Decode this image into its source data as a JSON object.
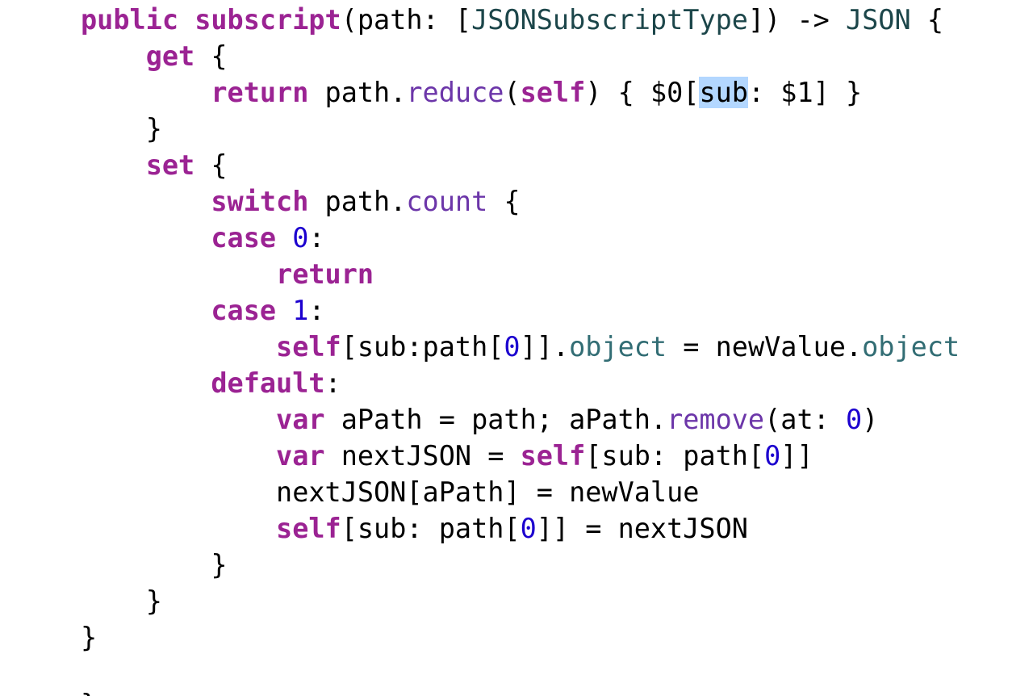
{
  "editor": {
    "colors": {
      "keyword": "#9b2393",
      "plain": "#000000",
      "type": "#1c464a",
      "member": "#6c36a9",
      "property": "#326d74",
      "number": "#1c00cf",
      "selection": "#b3d7ff",
      "background": "#ffffff"
    },
    "lines": [
      {
        "indent": 0,
        "tokens": [
          {
            "t": "public",
            "k": "kw"
          },
          {
            "t": " "
          },
          {
            "t": "subscript",
            "k": "kw"
          },
          {
            "t": "(path: ["
          },
          {
            "t": "JSONSubscriptType",
            "k": "type"
          },
          {
            "t": "]) -> "
          },
          {
            "t": "JSON",
            "k": "type"
          },
          {
            "t": " {"
          }
        ]
      },
      {
        "indent": 1,
        "tokens": [
          {
            "t": "get",
            "k": "kw"
          },
          {
            "t": " {"
          }
        ]
      },
      {
        "indent": 2,
        "tokens": [
          {
            "t": "return",
            "k": "kw"
          },
          {
            "t": " path."
          },
          {
            "t": "reduce",
            "k": "mem"
          },
          {
            "t": "("
          },
          {
            "t": "self",
            "k": "kw"
          },
          {
            "t": ") { $0["
          },
          {
            "t": "sub",
            "k": "sel"
          },
          {
            "t": ": $1] }"
          }
        ]
      },
      {
        "indent": 1,
        "tokens": [
          {
            "t": "}"
          }
        ]
      },
      {
        "indent": 1,
        "tokens": [
          {
            "t": "set",
            "k": "kw"
          },
          {
            "t": " {"
          }
        ]
      },
      {
        "indent": 2,
        "tokens": [
          {
            "t": "switch",
            "k": "kw"
          },
          {
            "t": " path."
          },
          {
            "t": "count",
            "k": "mem"
          },
          {
            "t": " {"
          }
        ]
      },
      {
        "indent": 2,
        "tokens": [
          {
            "t": "case",
            "k": "kw"
          },
          {
            "t": " "
          },
          {
            "t": "0",
            "k": "num"
          },
          {
            "t": ":"
          }
        ]
      },
      {
        "indent": 3,
        "tokens": [
          {
            "t": "return",
            "k": "kw"
          }
        ]
      },
      {
        "indent": 2,
        "tokens": [
          {
            "t": "case",
            "k": "kw"
          },
          {
            "t": " "
          },
          {
            "t": "1",
            "k": "num"
          },
          {
            "t": ":"
          }
        ]
      },
      {
        "indent": 3,
        "tokens": [
          {
            "t": "self",
            "k": "kw"
          },
          {
            "t": "[sub:path["
          },
          {
            "t": "0",
            "k": "num"
          },
          {
            "t": "]]."
          },
          {
            "t": "object",
            "k": "prop"
          },
          {
            "t": " = newValue."
          },
          {
            "t": "object",
            "k": "prop"
          }
        ]
      },
      {
        "indent": 2,
        "tokens": [
          {
            "t": "default",
            "k": "kw"
          },
          {
            "t": ":"
          }
        ]
      },
      {
        "indent": 3,
        "tokens": [
          {
            "t": "var",
            "k": "kw"
          },
          {
            "t": " aPath = path; aPath."
          },
          {
            "t": "remove",
            "k": "mem"
          },
          {
            "t": "(at: "
          },
          {
            "t": "0",
            "k": "num"
          },
          {
            "t": ")"
          }
        ]
      },
      {
        "indent": 3,
        "tokens": [
          {
            "t": "var",
            "k": "kw"
          },
          {
            "t": " nextJSON = "
          },
          {
            "t": "self",
            "k": "kw"
          },
          {
            "t": "[sub: path["
          },
          {
            "t": "0",
            "k": "num"
          },
          {
            "t": "]]"
          }
        ]
      },
      {
        "indent": 3,
        "tokens": [
          {
            "t": "nextJSON[aPath] = newValue"
          }
        ]
      },
      {
        "indent": 3,
        "tokens": [
          {
            "t": "self",
            "k": "kw"
          },
          {
            "t": "[sub: path["
          },
          {
            "t": "0",
            "k": "num"
          },
          {
            "t": "]] = nextJSON"
          }
        ]
      },
      {
        "indent": 2,
        "tokens": [
          {
            "t": "}"
          }
        ]
      },
      {
        "indent": 1,
        "tokens": [
          {
            "t": "}"
          }
        ]
      },
      {
        "indent": 0,
        "tokens": [
          {
            "t": "}"
          }
        ]
      }
    ],
    "trailing_fragment": "}"
  }
}
